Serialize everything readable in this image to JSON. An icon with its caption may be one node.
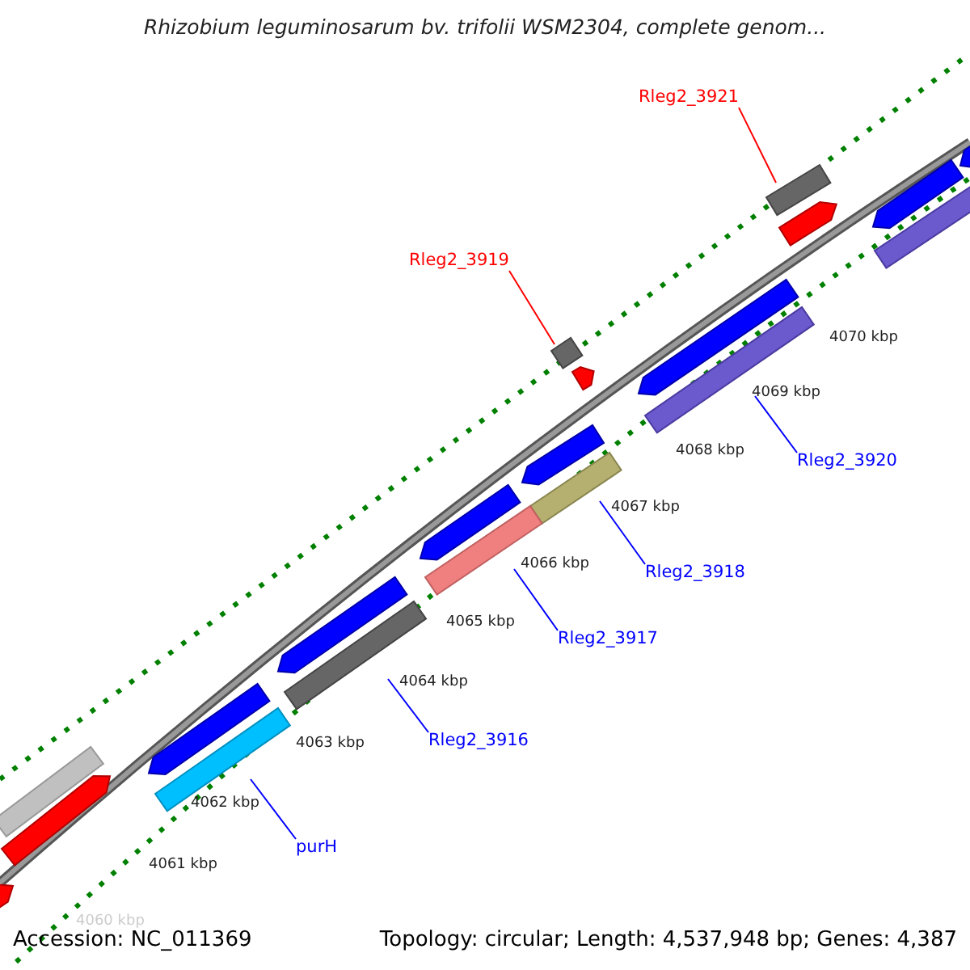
{
  "diagram": {
    "title": "Rhizobium leguminosarum bv. trifolii WSM2304, complete genom...",
    "nodes": [
      {
        "text": [
          "Rleg2_3921"
        ]
      },
      {
        "text": [],
        "shape": "bar"
      },
      {
        "text": [],
        "shape": "bar"
      },
      {
        "text": [],
        "shape": "bar"
      },
      {
        "text": [],
        "shape": "bar"
      },
      {
        "text": [],
        "shape": "bar"
      },
      {
        "text": [
          "Rleg2_3919"
        ]
      },
      {
        "text": [],
        "shape": "bar"
      },
      {
        "text": [],
        "shape": "bar"
      },
      {
        "text": [],
        "shape": "bar"
      },
      {
        "text": [],
        "shape": "bar"
      },
      {
        "text": [],
        "shape": "bar"
      },
      {
        "text": [
          "Rleg2_3920"
        ]
      },
      {
        "text": [],
        "shape": "bar"
      },
      {
        "text": [],
        "shape": "bar"
      },
      {
        "text": [],
        "shape": "bar"
      },
      {
        "text": [
          "Rleg2_3918"
        ]
      },
      {
        "text": [],
        "shape": "bar"
      },
      {
        "text": [],
        "shape": "bar"
      },
      {
        "text": [
          "Rleg2_3917"
        ]
      },
      {
        "text": [],
        "shape": "bar"
      },
      {
        "text": [],
        "shape": "bar"
      },
      {
        "text": [
          "Rleg2_3916"
        ]
      },
      {
        "text": [],
        "shape": "bar"
      },
      {
        "text": [],
        "shape": "bar"
      },
      {
        "text": [
          "purH"
        ]
      },
      {
        "text": [],
        "shape": "bar"
      }
    ],
    "edges": [
      {
        "from": 0,
        "to": 3,
        "arrow": "none",
        "color": "#ff0000"
      },
      {
        "from": 6,
        "to": 9,
        "arrow": "none",
        "color": "#ff0000"
      },
      {
        "from": 12,
        "to": 8,
        "arrow": "none"
      },
      {
        "from": 16,
        "to": 13,
        "arrow": "none"
      },
      {
        "from": 19,
        "to": 15,
        "arrow": "none"
      },
      {
        "from": 22,
        "to": 18,
        "arrow": "none"
      },
      {
        "from": 25,
        "to": 21,
        "arrow": "none"
      }
    ],
    "labels": [
      "4070 kbp",
      "4069 kbp",
      "4068 kbp",
      "4067 kbp",
      "4066 kbp",
      "4065 kbp",
      "4064 kbp",
      "4063 kbp",
      "4062 kbp",
      "4061 kbp",
      "4060 kbp",
      "Accession: NC_011369",
      "Topology: circular; Length: 4,537,948 bp; Genes: 4,387"
    ]
  }
}
